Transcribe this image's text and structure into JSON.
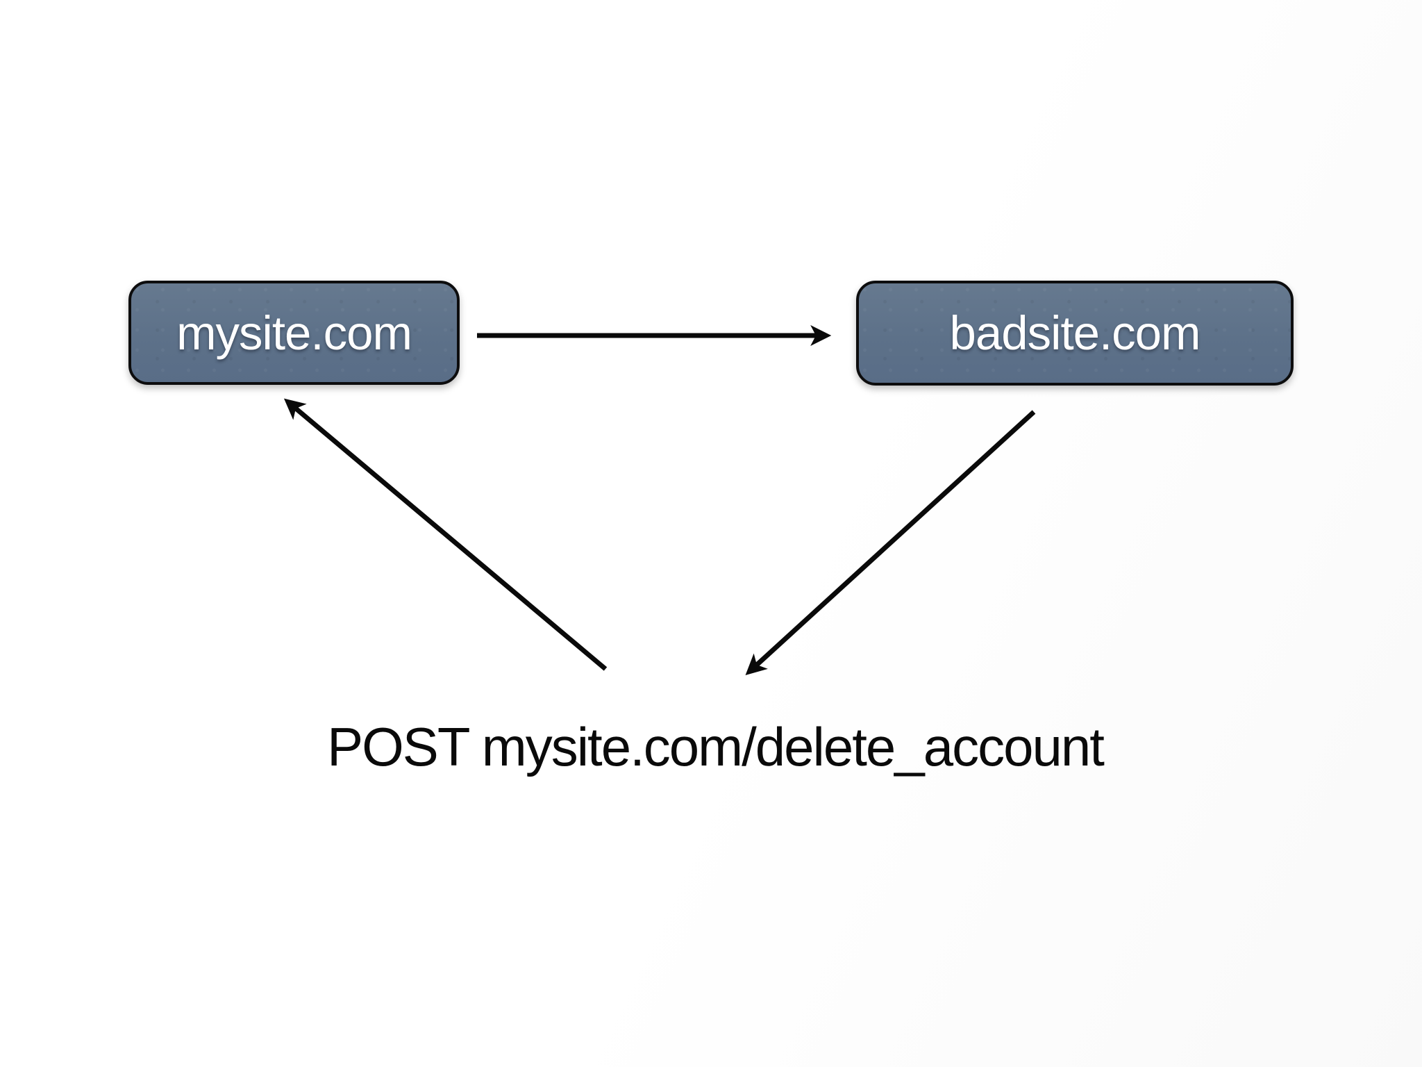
{
  "diagram": {
    "title_hint": "cross-site request forgery flow",
    "nodes": [
      {
        "id": "mysite",
        "label": "mysite.com"
      },
      {
        "id": "badsite",
        "label": "badsite.com"
      }
    ],
    "arrows": [
      {
        "name": "arrow-mysite-to-badsite",
        "from": "mysite",
        "to": "badsite"
      },
      {
        "name": "arrow-badsite-to-request",
        "from": "badsite",
        "to": "post-request"
      },
      {
        "name": "arrow-request-to-mysite",
        "from": "post-request",
        "to": "mysite"
      }
    ],
    "caption": "POST mysite.com/delete_account",
    "colors": {
      "background": "#ffffff",
      "node_fill": "#5d7189",
      "node_border": "#0d0d0e",
      "node_text": "#ffffff",
      "arrow": "#0a0a0a",
      "caption_text": "#0a0a0a"
    }
  }
}
